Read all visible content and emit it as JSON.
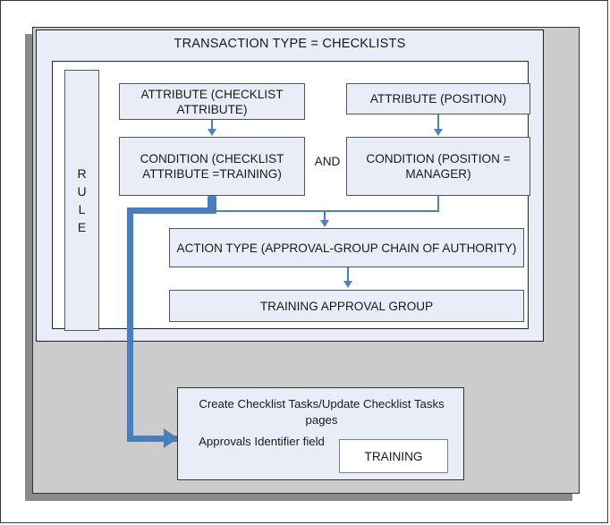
{
  "diagram": {
    "title": "TRANSACTION TYPE = CHECKLISTS",
    "rule_label": {
      "letters": [
        "R",
        "U",
        "L",
        "E"
      ],
      "text": "RULE"
    },
    "operator": "AND",
    "nodes": {
      "attribute_checklist": "ATTRIBUTE (CHECKLIST ATTRIBUTE)",
      "attribute_position": "ATTRIBUTE (POSITION)",
      "condition_checklist": "CONDITION (CHECKLIST ATTRIBUTE =TRAINING)",
      "condition_position": "CONDITION (POSITION = MANAGER)",
      "action_type": "ACTION TYPE (APPROVAL-GROUP CHAIN OF AUTHORITY)",
      "approval_group": "TRAINING APPROVAL GROUP"
    },
    "pages_box": {
      "title": "Create Checklist Tasks/Update Checklist Tasks pages",
      "field_label": "Approvals Identifier field",
      "field_value": "TRAINING"
    },
    "colors": {
      "node_fill": "#e8edf7",
      "node_border": "#7f7f7f",
      "panel_grey": "#cccccc",
      "connector_blue": "#4f81bd",
      "thick_connector_blue": "#4a7ebb",
      "shadow": "#8a8a8a",
      "field_fill": "#ffffff"
    }
  }
}
